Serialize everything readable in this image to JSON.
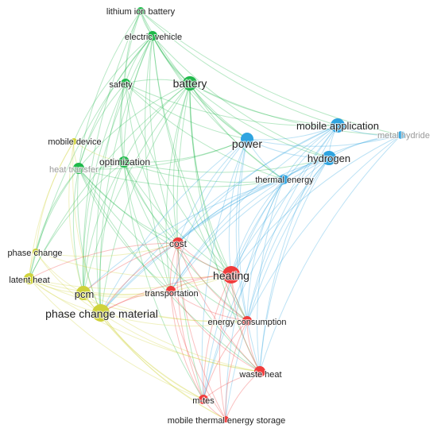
{
  "colors": {
    "red": "#f03c3c",
    "green": "#1fb84a",
    "blue": "#2fa4e0",
    "yellow": "#cfd23a"
  },
  "nodes": [
    {
      "id": "lithium-ion-battery",
      "label": "lithium ion battery",
      "cluster": "green",
      "weight": 1
    },
    {
      "id": "electric-vehicle",
      "label": "electric vehicle",
      "cluster": "green",
      "weight": 2
    },
    {
      "id": "safety",
      "label": "safety",
      "cluster": "green",
      "weight": 2
    },
    {
      "id": "battery",
      "label": "battery",
      "cluster": "green",
      "weight": 4
    },
    {
      "id": "mobile-device",
      "label": "mobile device",
      "cluster": "yellow",
      "weight": 1
    },
    {
      "id": "heat-transfer",
      "label": "heat transfer",
      "cluster": "green",
      "weight": 3,
      "faded": true
    },
    {
      "id": "optimization",
      "label": "optimization",
      "cluster": "green",
      "weight": 3
    },
    {
      "id": "power",
      "label": "power",
      "cluster": "blue",
      "weight": 4
    },
    {
      "id": "mobile-application",
      "label": "mobile application",
      "cluster": "blue",
      "weight": 4
    },
    {
      "id": "metal-hydride",
      "label": "metal hydride",
      "cluster": "blue",
      "weight": 1,
      "faded": true
    },
    {
      "id": "hydrogen",
      "label": "hydrogen",
      "cluster": "blue",
      "weight": 4
    },
    {
      "id": "thermal-energy",
      "label": "thermal energy",
      "cluster": "blue",
      "weight": 2
    },
    {
      "id": "phase-change",
      "label": "phase change",
      "cluster": "yellow",
      "weight": 1
    },
    {
      "id": "cost",
      "label": "cost",
      "cluster": "red",
      "weight": 3
    },
    {
      "id": "latent-heat",
      "label": "latent heat",
      "cluster": "yellow",
      "weight": 3
    },
    {
      "id": "pcm",
      "label": "pcm",
      "cluster": "yellow",
      "weight": 4
    },
    {
      "id": "heating",
      "label": "heating",
      "cluster": "red",
      "weight": 5
    },
    {
      "id": "transportation",
      "label": "transportation",
      "cluster": "red",
      "weight": 2
    },
    {
      "id": "phase-change-material",
      "label": "phase change material",
      "cluster": "yellow",
      "weight": 5
    },
    {
      "id": "energy-consumption",
      "label": "energy consumption",
      "cluster": "red",
      "weight": 2
    },
    {
      "id": "waste-heat",
      "label": "waste heat",
      "cluster": "red",
      "weight": 3
    },
    {
      "id": "mtes",
      "label": "m-tes",
      "cluster": "red",
      "weight": 2
    },
    {
      "id": "mobile-thermal-energy-storage",
      "label": "mobile thermal energy storage",
      "cluster": "red",
      "weight": 1
    }
  ]
}
